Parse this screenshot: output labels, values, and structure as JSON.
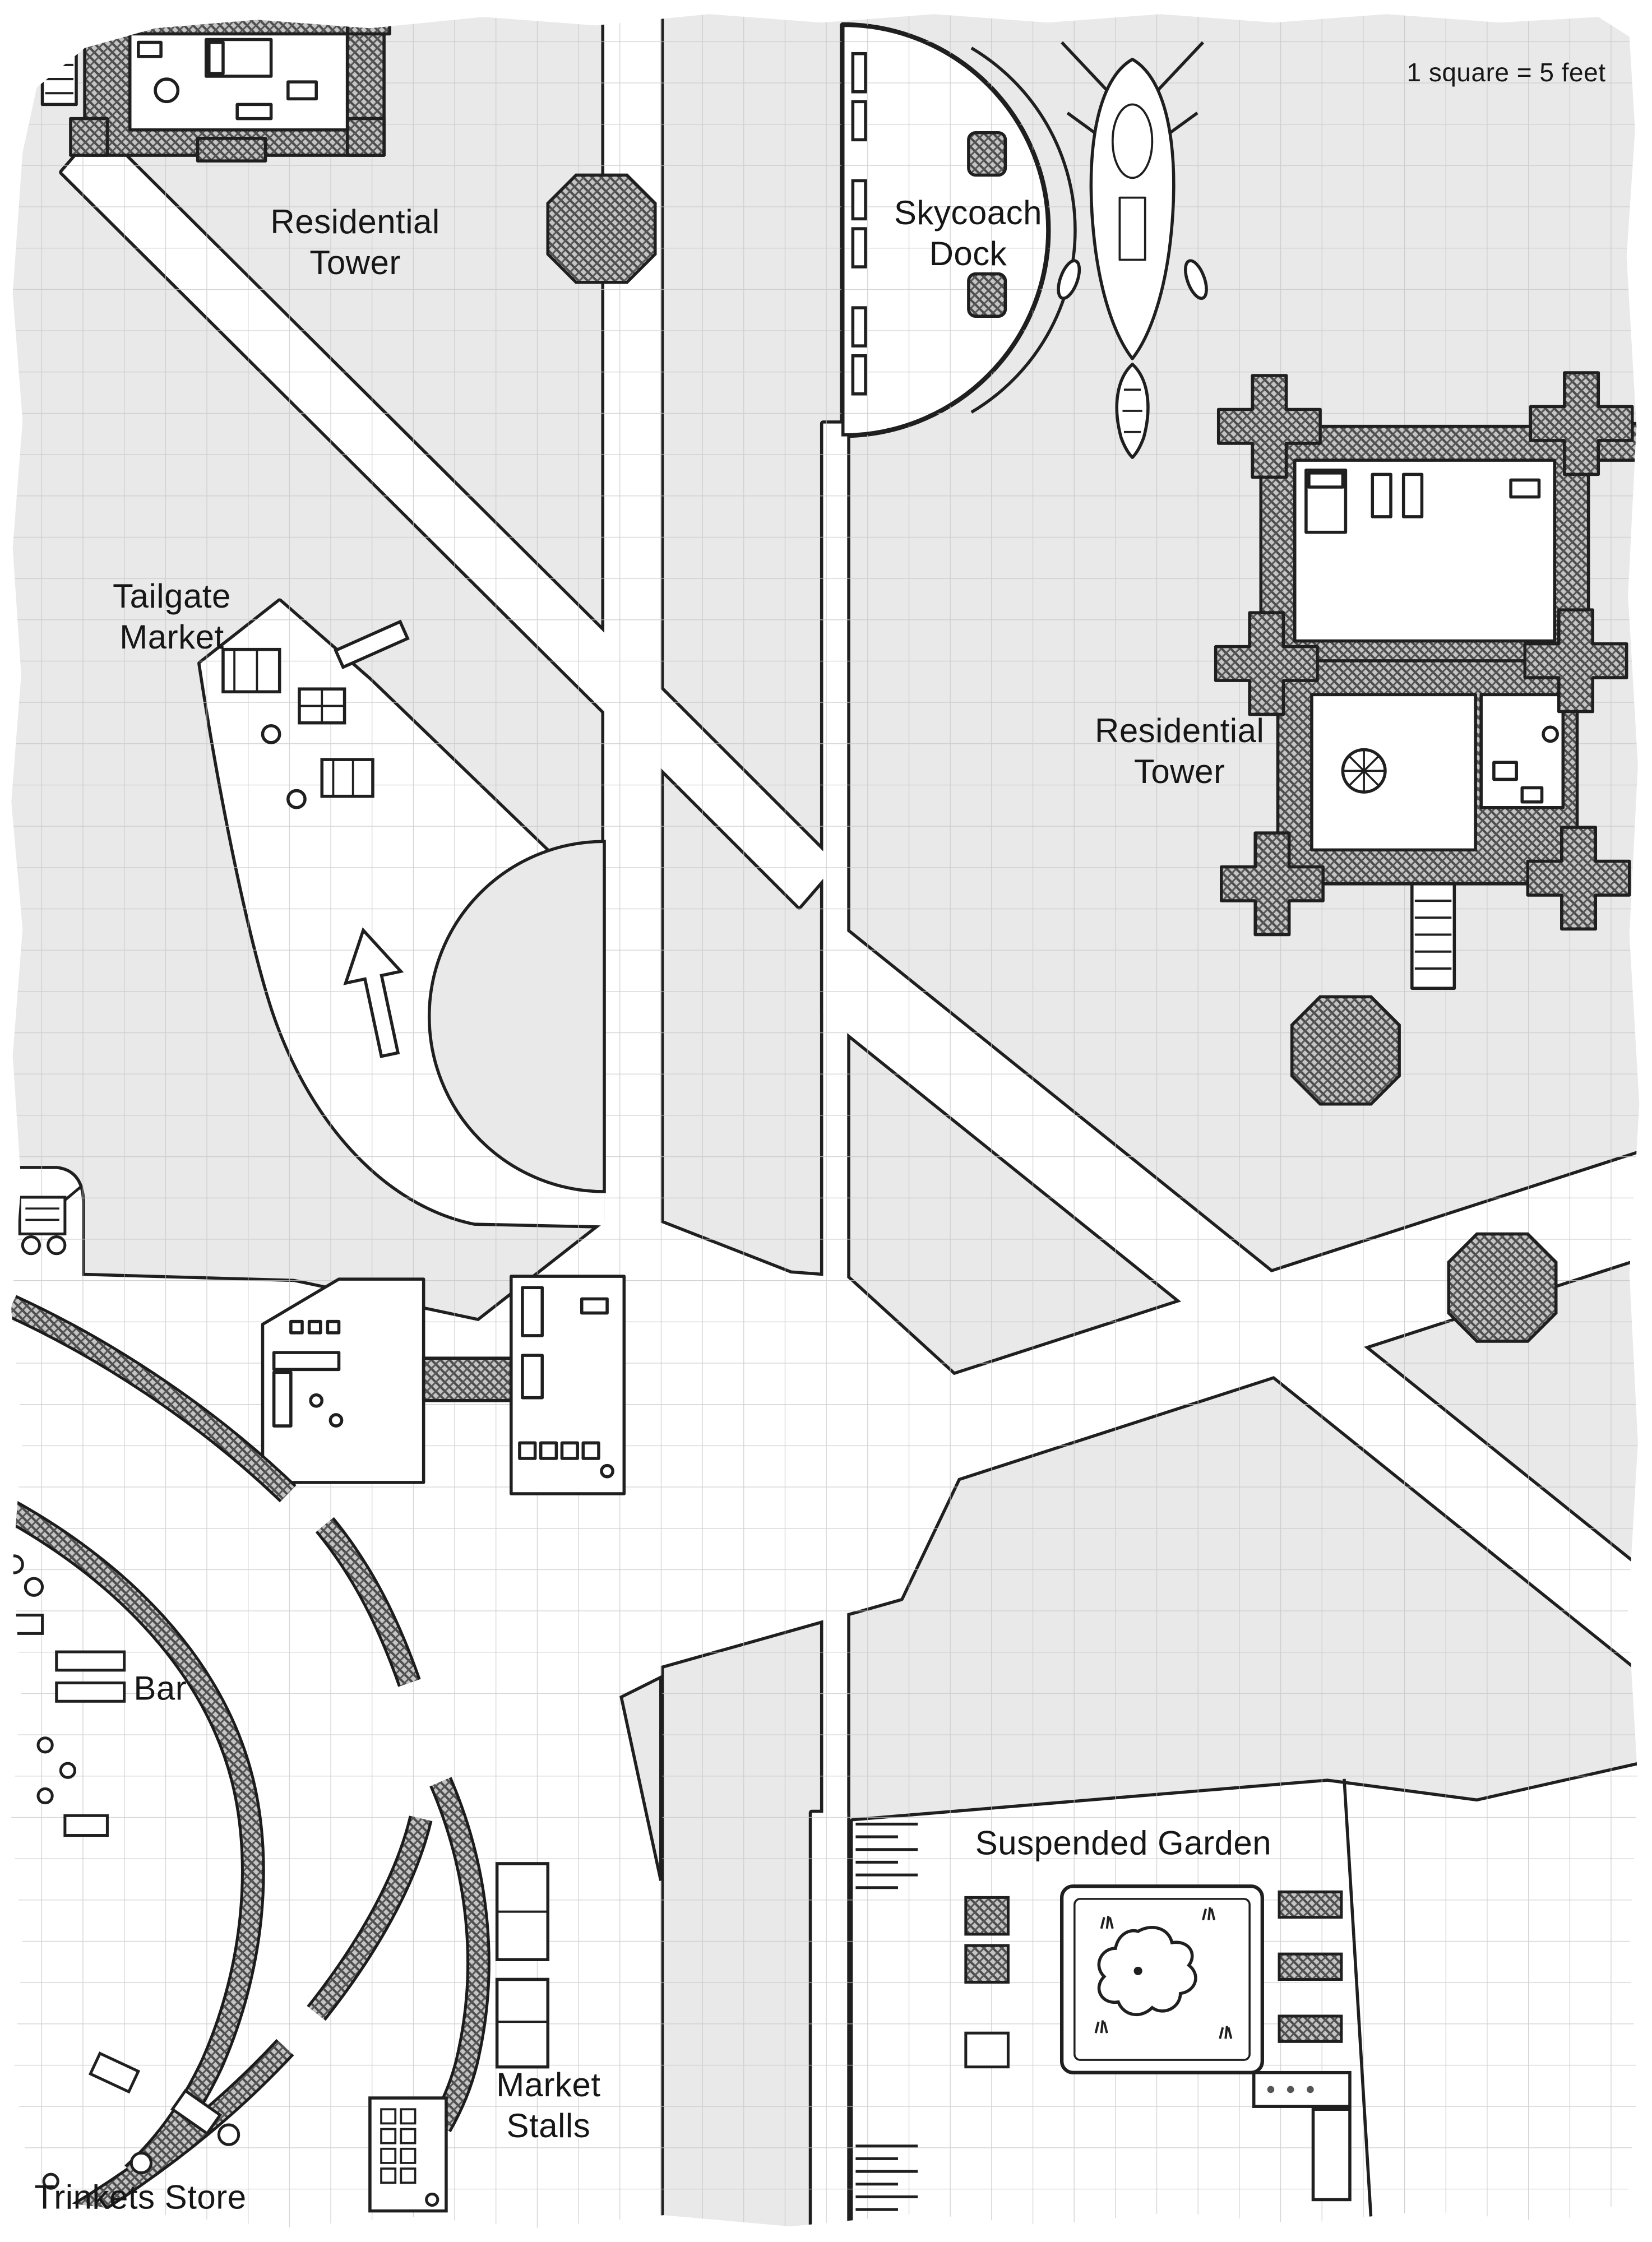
{
  "map": {
    "scale_note": "1 square = 5 feet",
    "labels": {
      "residential_tower_nw": "Residential\nTower",
      "skycoach_dock": "Skycoach\nDock",
      "tailgate_market": "Tailgate\nMarket",
      "residential_tower_east": "Residential\nTower",
      "bar": "Bar",
      "suspended_garden": "Suspended Garden",
      "market_stalls": "Market\nStalls",
      "trinkets_store": "Trinkets Store"
    },
    "colors": {
      "ink": "#1f1f1f",
      "paper_gray": "#e9e9e9",
      "walkway_white": "#ffffff",
      "grid_line": "#c6c6c6",
      "wall_hatch": "#4a4a4a"
    }
  }
}
